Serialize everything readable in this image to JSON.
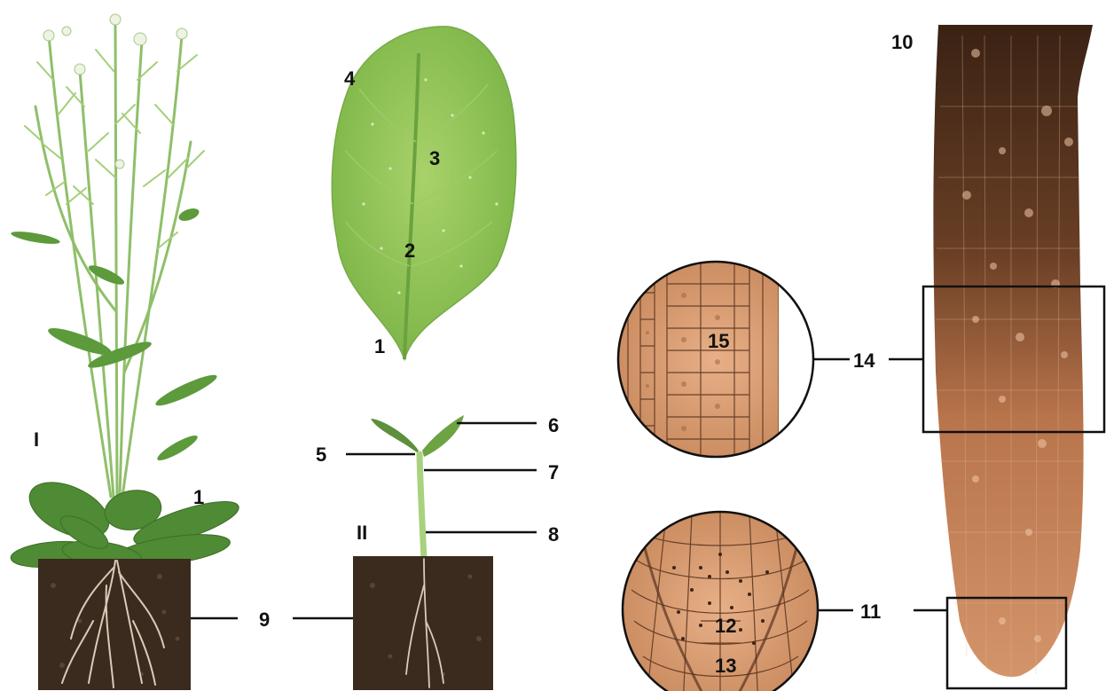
{
  "labels": {
    "l1_rosette": "1",
    "l1_leaf": "1",
    "l2": "2",
    "l3": "3",
    "l4": "4",
    "l5": "5",
    "l6": "6",
    "l7": "7",
    "l8": "8",
    "l9": "9",
    "l10": "10",
    "l11": "11",
    "l12": "12",
    "l13": "13",
    "l14": "14",
    "l15": "15",
    "roman_I": "I",
    "roman_II": "II"
  },
  "colors": {
    "stem": "#8fbf6a",
    "leaf": "#8cc051",
    "rosette": "#4f8a34",
    "soil": "#3b2a1e",
    "root_dark": "#3e2516",
    "root_light": "#c9855c",
    "cell": "#e2a57a",
    "label": "#111111"
  }
}
